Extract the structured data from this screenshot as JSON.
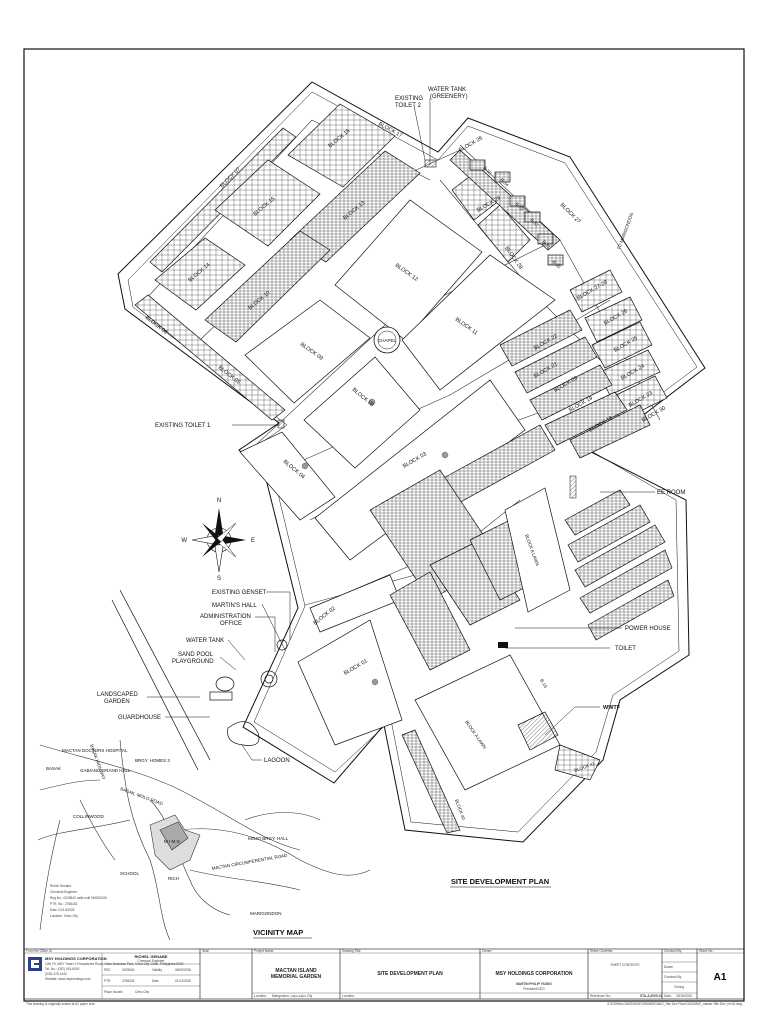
{
  "sheet": {
    "title": "SITE DEVELOPMENT PLAN",
    "vicinity_title": "VICINITY MAP",
    "footer_note": "This drawing is originally scaled at A2 paper size.",
    "footer_ref": "E:\\DOWNLOADS\\NEW DRAWING\\MIG_Site Dev Plan\\CAD\\MMG_master Site Dev_rev02.dwg"
  },
  "blocks": [
    {
      "name": "BLOCK 07"
    },
    {
      "name": "BLOCK 16"
    },
    {
      "name": "BLOCK 15"
    },
    {
      "name": "BLOCK 13"
    },
    {
      "name": "BLOCK 14"
    },
    {
      "name": "BLOCK 10"
    },
    {
      "name": "BLOCK 12"
    },
    {
      "name": "BLOCK 11"
    },
    {
      "name": "BLOCK 09"
    },
    {
      "name": "BLOCK 08"
    },
    {
      "name": "BLOCK 06"
    },
    {
      "name": "BLOCK 05"
    },
    {
      "name": "BLOCK 04"
    },
    {
      "name": "BLOCK 03"
    },
    {
      "name": "BLOCK 02"
    },
    {
      "name": "BLOCK 01"
    },
    {
      "name": "BLOCK 17"
    },
    {
      "name": "BLOCK 26"
    },
    {
      "name": "BLOCK 27"
    },
    {
      "name": "BLOCK 29"
    },
    {
      "name": "BLOCK 28"
    },
    {
      "name": "BLOCK 27-28"
    },
    {
      "name": "BLOCK 26"
    },
    {
      "name": "BLOCK 25"
    },
    {
      "name": "BLOCK 24"
    },
    {
      "name": "BLOCK 23"
    },
    {
      "name": "BLOCK 22"
    },
    {
      "name": "BLOCK 21"
    },
    {
      "name": "BLOCK 20"
    },
    {
      "name": "BLOCK 19"
    },
    {
      "name": "BLOCK 18"
    },
    {
      "name": "BLOCK 30"
    },
    {
      "name": "BLOCK A LAWN"
    },
    {
      "name": "BLOCK A LAWN"
    },
    {
      "name": "BLOCK 40"
    },
    {
      "name": "BLOCK 41"
    },
    {
      "name": "B-33"
    },
    {
      "name": "B-34"
    },
    {
      "name": "B-35"
    },
    {
      "name": "B-32"
    },
    {
      "name": "B-31"
    },
    {
      "name": "B-30"
    },
    {
      "name": "B-10"
    }
  ],
  "callouts": {
    "water_tank_greenery": [
      "WATER TANK",
      "(GREENERY)"
    ],
    "existing_toilet_2": [
      "EXISTING",
      "TOILET 2"
    ],
    "existing_toilet_1": "EXISTING TOILET 1",
    "chapel": "CHAPEL",
    "ee_room": "EE ROOM",
    "power_house": "POWER HOUSE",
    "toilet": "TOILET",
    "wwtf": "WWTF",
    "existing_genset": "EXISTING GENSET",
    "martins_hall": "MARTIN'S HALL",
    "administration_office": [
      "ADMINISTRATION",
      "OFFICE"
    ],
    "water_tank": "WATER TANK",
    "sand_pool": [
      "SAND POOL",
      "PLAYGROUND"
    ],
    "landscaped_garden": [
      "LANDSCAPED",
      "GARDEN"
    ],
    "guardhouse": "GUARDHOUSE",
    "lagoon": "LAGOON",
    "to_marigondon": "TO MARIGONDON"
  },
  "compass": {
    "n": "N",
    "s": "S",
    "e": "E",
    "w": "W"
  },
  "vicinity": {
    "labels": [
      "BASAK",
      "MACTAN DOCTORS HOSPITAL",
      "GABIANO GRAND HALL",
      "BRGY. HOMES 3",
      "COLLINWOOD",
      "SCHOOL",
      "BASAK, MOLO ROAD",
      "MOJO BRGY. HALL",
      "RICH",
      "MARIGONDON",
      "MACTAN CIRCUMFERENTIAL ROAD",
      "BASAK HIGHWAY"
    ],
    "office_lines": [
      "Richel Genabe",
      "Chemical Engineer",
      "Reg.No.: 0025840 valid until 05/06/2026",
      "PTR. No.: 2788433",
      "Date: 01/13/2025",
      "Location: Cebu City"
    ],
    "site_marker": "M I M G"
  },
  "title_block": {
    "from_office_label": "From the Office of:",
    "company": "MSY HOLDINGS CORPORATION",
    "company_address": [
      "12th Flr. MDY Tower 1 Pescadores Road, Cebu Business Park, Cebu City, Cebu, Philippines 6000",
      "Tel. No.: (032) 415-8000",
      "(032) 478-1442",
      "Website: www.msyholdings.com"
    ],
    "seal_label": "Seal:",
    "engineer_name": "RICHEL GENABE",
    "engineer_title": "Chemical Engineer",
    "prc_label": "PRC",
    "prc_value": "0025840",
    "validity_label": "Validity",
    "validity_value": "06/05/2026",
    "ptr_label": "PTR",
    "ptr_value": "2788433",
    "date_label": "Date",
    "date_value": "01/13/2025",
    "place_label": "Place Issued:",
    "place_value": "Cebu City",
    "project_label": "Project Name:",
    "project_name": [
      "MACTAN ISLAND",
      "MEMORIAL GARDEN"
    ],
    "location_label": "Location:",
    "location_value": "Marigondon, Lapu-Lapu City",
    "drawing_label": "Drawing Title:",
    "drawing_title": "SITE DEVELOPMENT PLAN",
    "location2_label": "Location:",
    "owner_label": "Owner:",
    "owner": "MSY HOLDINGS CORPORATION",
    "owner_rep": "MARTIN PHILIP YSUNG",
    "owner_rep_title": "President/CEO",
    "sheet_contents_label": "Sheet Contents:",
    "sheet_contents": "SHEET CONTENTS",
    "ref_label": "Reference No.:",
    "ref_value": "STA-A-0000-01",
    "checked_label": "Checked By:",
    "drawn_label": "Drawn",
    "checked2_label": "Checked By",
    "checker": "Chiong",
    "date2_label": "Date:",
    "date2_value": "03/18/2025",
    "sheet_no_label": "Sheet No.:",
    "sheet_no": "A1"
  }
}
